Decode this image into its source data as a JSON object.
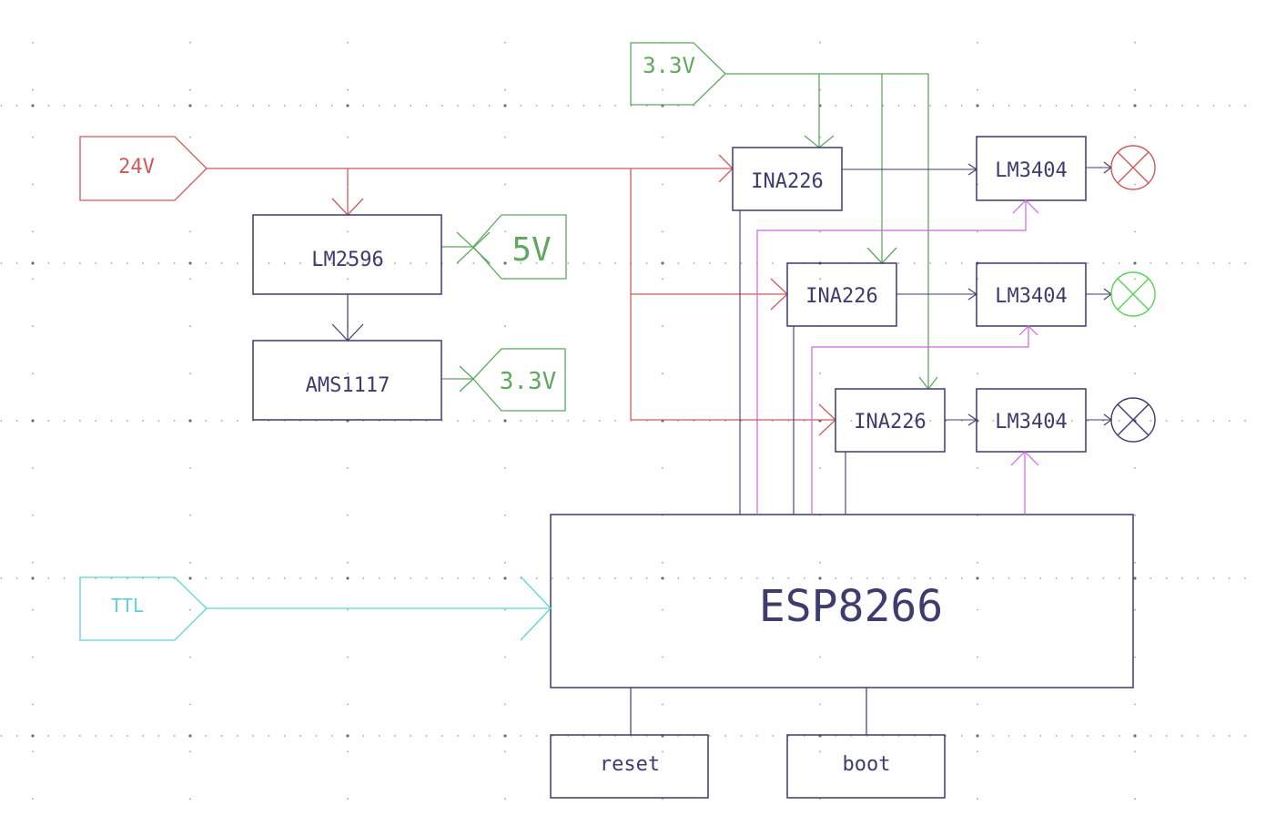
{
  "colors": {
    "component": "#3c3c6e",
    "power24": "#d05a5a",
    "power33": "#5fa85f",
    "power5": "#5fa85f",
    "ttl": "#5fd4d4",
    "pwm": "#cc66dd",
    "lamp_red": "#d05a5a",
    "lamp_green": "#55d455",
    "lamp_dark": "#3c3c6e",
    "grid": "#555555"
  },
  "ports": {
    "p24v": "24V",
    "p33v_top": "3.3V",
    "p5v": "5V",
    "p33v_reg": "3.3V",
    "ttl": "TTL"
  },
  "blocks": {
    "lm2596": "LM2596",
    "ams1117": "AMS1117",
    "ina226_1": "INA226",
    "ina226_2": "INA226",
    "ina226_3": "INA226",
    "lm3404_1": "LM3404",
    "lm3404_2": "LM3404",
    "lm3404_3": "LM3404",
    "esp8266": "ESP8266",
    "reset": "reset",
    "boot": "boot"
  },
  "lamps": [
    {
      "name": "lamp-red",
      "color_key": "lamp_red"
    },
    {
      "name": "lamp-green",
      "color_key": "lamp_green"
    },
    {
      "name": "lamp-dark",
      "color_key": "lamp_dark"
    }
  ]
}
